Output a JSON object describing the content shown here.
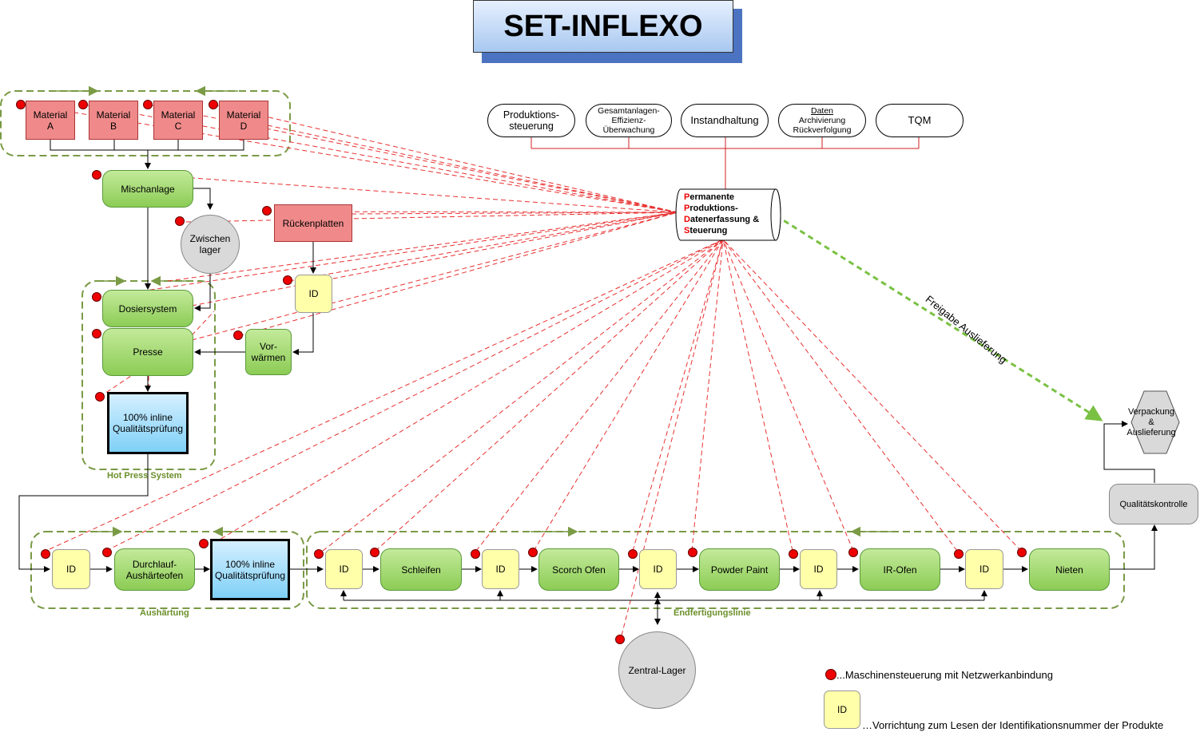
{
  "title": "SET-INFLEXO",
  "top_pills": {
    "prod": "Produktions-\nsteuerung",
    "gesamt": "Gesamtanlagen-\nEffizienz-\nÜberwachung",
    "instand": "Instandhaltung",
    "daten_head": "Daten",
    "daten": "Archivierung\nRückverfolgung",
    "tqm": "TQM"
  },
  "ppds": {
    "line1_first": "P",
    "line1_rest": "ermanente",
    "line2_first": "P",
    "line2_rest": "roduktions-",
    "line3_first": "D",
    "line3_rest": "atenerfassung &",
    "line4_first": "S",
    "line4_rest": "teuerung"
  },
  "materials": {
    "a": "Material\nA",
    "b": "Material\nB",
    "c": "Material\nC",
    "d": "Material\nD"
  },
  "nodes": {
    "mischanlage": "Mischanlage",
    "zwischenlager": "Zwischen\nlager",
    "rueckenplatten": "Rückenplatten",
    "id": "ID",
    "dosiersystem": "Dosiersystem",
    "presse": "Presse",
    "vorwaermen": "Vor-\nwärmen",
    "inline": "100% inline\nQualitätsprüfung",
    "durchlauf": "Durchlauf-\nAushärteofen",
    "schleifen": "Schleifen",
    "scorch": "Scorch Ofen",
    "powder": "Powder Paint",
    "irofen": "IR-Ofen",
    "nieten": "Nieten",
    "zentral": "Zentral-Lager",
    "qkontrolle": "Qualitätskontrolle",
    "verpackung": "Verpackung\n&\nAuslieferung"
  },
  "groups": {
    "hot_press": "Hot Press System",
    "aushaertung": "Aushärtung",
    "endfertigung": "Endfertigungslinie"
  },
  "freigabe": "Freigabe Auslieferung",
  "legend": {
    "dot_text": "...Maschinensteuerung mit Netzwerkanbindung",
    "id_label": "ID",
    "id_text": "…Vorrichtung zum Lesen der Identifikationsnummer der Produkte"
  },
  "colors": {
    "machine_dot": "#e00000",
    "data_link": "#e83030",
    "group_border": "#7a9a45",
    "release_arrow": "#7ac143"
  }
}
